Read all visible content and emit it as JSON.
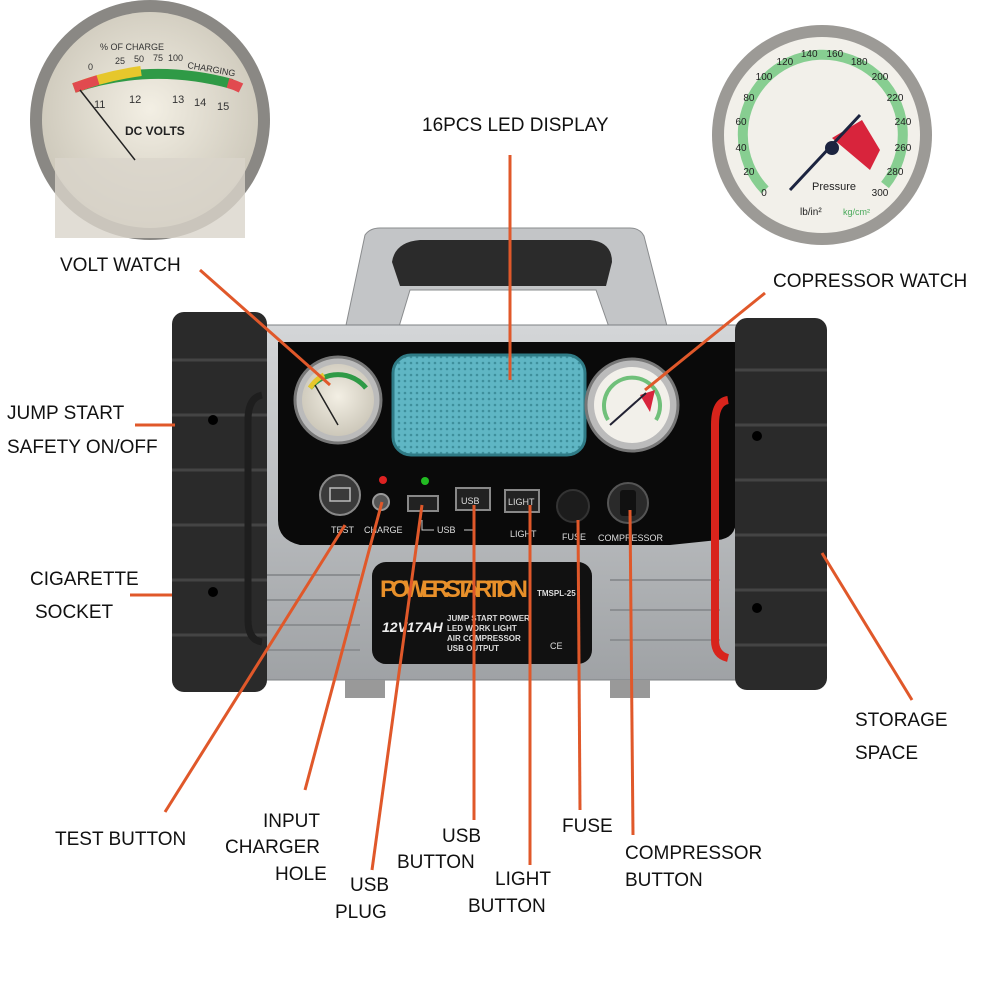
{
  "colors": {
    "callout_line": "#e0582a",
    "body": "#b8babc",
    "bumper": "#2a2a2a",
    "panel": "#0a0a0a",
    "led_display": "#5fb6c4",
    "brand_text": "#e8902a",
    "clamp_red": "#d8241c"
  },
  "callouts": {
    "led_display": "16PCS LED DISPLAY",
    "volt_watch": "VOLT WATCH",
    "compressor_watch": "COPRESSOR WATCH",
    "jump_start": [
      "JUMP START",
      "SAFETY ON/OFF"
    ],
    "cigarette": [
      "CIGARETTE",
      "SOCKET"
    ],
    "storage": [
      "STORAGE",
      "SPACE"
    ],
    "test_button": "TEST BUTTON",
    "input_charger": [
      "INPUT",
      "CHARGER",
      "HOLE"
    ],
    "usb_plug": [
      "USB",
      "PLUG"
    ],
    "usb_button": [
      "USB",
      "BUTTON"
    ],
    "light_button": [
      "LIGHT",
      "BUTTON"
    ],
    "fuse": "FUSE",
    "compressor_button": [
      "COMPRESSOR",
      "BUTTON"
    ]
  },
  "volt_gauge": {
    "header": "% OF CHARGE",
    "charge_ticks": [
      "0",
      "25",
      "50",
      "75",
      "100"
    ],
    "charging": "CHARGING",
    "volt_ticks": [
      "11",
      "12",
      "13",
      "14",
      "15"
    ],
    "unit": "DC VOLTS"
  },
  "pressure_gauge": {
    "ticks": [
      "0",
      "20",
      "40",
      "60",
      "80",
      "100",
      "120",
      "140",
      "160",
      "180",
      "200",
      "220",
      "240",
      "260",
      "280",
      "300"
    ],
    "label": "Pressure",
    "unit_lb": "lb/in²",
    "unit_kg": "kg/cm²"
  },
  "panel": {
    "test": "TEST",
    "charge": "CHARGE",
    "usb": "USB",
    "usb_button": "USB",
    "light_button": "LIGHT",
    "light": "LIGHT",
    "fuse": "FUSE",
    "compressor": "COMPRESSOR"
  },
  "nameplate": {
    "brand": "POWER STARTION",
    "model": "TMSPL-25",
    "rating": "12V17AH",
    "features": [
      "JUMP START POWER",
      "LED WORK LIGHT",
      "AIR COMPRESSOR",
      "USB OUTPUT"
    ],
    "marks": "CE"
  }
}
